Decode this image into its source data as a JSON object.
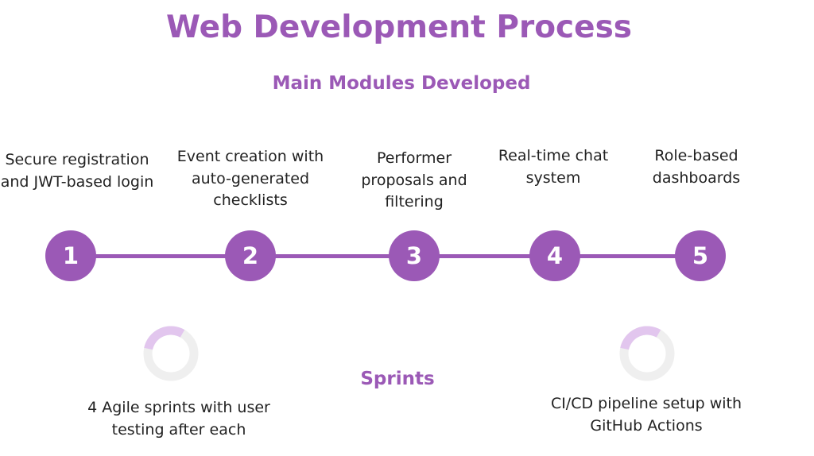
{
  "title": "Web Development Process",
  "subtitle": "Main Modules Developed",
  "accent_color": "#9b59b6",
  "ring_fill_color": "#e2c6ee",
  "ring_track_color": "#efefef",
  "steps": [
    {
      "number": "1",
      "label": "Secure registration and JWT-based login"
    },
    {
      "number": "2",
      "label": "Event creation with auto-generated checklists"
    },
    {
      "number": "3",
      "label": "Performer proposals and filtering"
    },
    {
      "number": "4",
      "label": "Real-time chat system"
    },
    {
      "number": "5",
      "label": "Role-based dashboards"
    }
  ],
  "sprints_label": "Sprints",
  "notes": [
    {
      "text": "4 Agile sprints with user testing after each",
      "ring_progress": 0.3
    },
    {
      "text": "CI/CD pipeline setup with GitHub Actions",
      "ring_progress": 0.3
    }
  ]
}
